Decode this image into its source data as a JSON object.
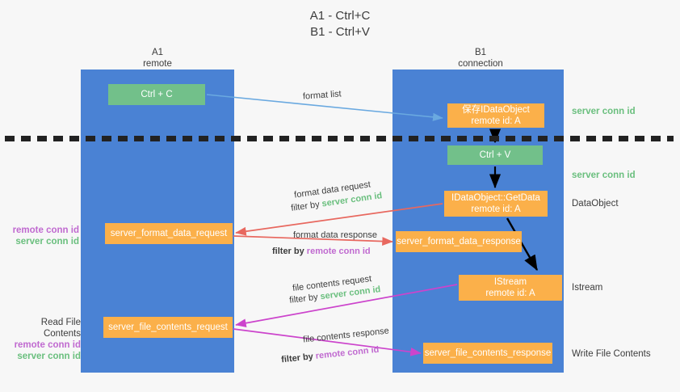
{
  "title": {
    "line1": "A1 - Ctrl+C",
    "line2": "B1 - Ctrl+V"
  },
  "columns": [
    {
      "name": "A1",
      "sub": "remote"
    },
    {
      "name": "B1",
      "sub": "connection"
    }
  ],
  "boxes": {
    "ctrl_c": {
      "label": "Ctrl + C",
      "color": "#72c08a"
    },
    "idataobject": {
      "line1": "保存IDataObject",
      "line2": "remote id: A",
      "color": "#fbb04a"
    },
    "ctrl_v": {
      "label": "Ctrl + V",
      "color": "#72c08a"
    },
    "getdata": {
      "line1": "IDataObject::GetData",
      "line2": "remote id: A",
      "color": "#fbb04a"
    },
    "format_data_request": {
      "label": "server_format_data_request",
      "color": "#fbb04a"
    },
    "format_data_response": {
      "label": "server_format_data_response",
      "color": "#fbb04a"
    },
    "istream": {
      "line1": "IStream",
      "line2": "remote id: A",
      "color": "#fbb04a"
    },
    "file_contents_request": {
      "label": "server_file_contents_request",
      "color": "#fbb04a"
    },
    "file_contents_response": {
      "label": "server_file_contents_response",
      "color": "#fbb04a"
    }
  },
  "arrow_labels": {
    "format_list": "format list",
    "format_data_request": "format data request",
    "format_data_request_filter_prefix": "filter by ",
    "format_data_request_filter_key": "server conn id",
    "format_data_response": "format data response",
    "format_data_response_filter_prefix": "filter by ",
    "format_data_response_filter_key": "remote conn id",
    "file_contents_request": "file contents request",
    "file_contents_request_filter_prefix": "filter by ",
    "file_contents_request_filter_key": "server conn id",
    "file_contents_response": "file contents response",
    "file_contents_response_filter_prefix": "filter by ",
    "file_contents_response_filter_key": "remote conn id"
  },
  "right_labels": {
    "server_conn_id_top": "server conn id",
    "server_conn_id_mid": "server conn id",
    "dataobject": "DataObject",
    "istream": "Istream",
    "write_file_contents": "Write File Contents"
  },
  "left_labels": {
    "remote_conn_id_1": "remote conn id",
    "server_conn_id_1": "server conn id",
    "read_file_contents": "Read File Contents",
    "remote_conn_id_2": "remote conn id",
    "server_conn_id_2": "server conn id"
  },
  "colors": {
    "lane": "#4a82d4",
    "green_box": "#72c08a",
    "orange_box": "#fbb04a",
    "green_text": "#6abf7e",
    "purple_text": "#c06ad0",
    "red_arrow": "#e8685f",
    "magenta_arrow": "#cc44cc",
    "blue_arrow": "#6aa9e0",
    "black_arrow": "#000000",
    "background": "#f7f7f7",
    "divider": "#222222"
  }
}
